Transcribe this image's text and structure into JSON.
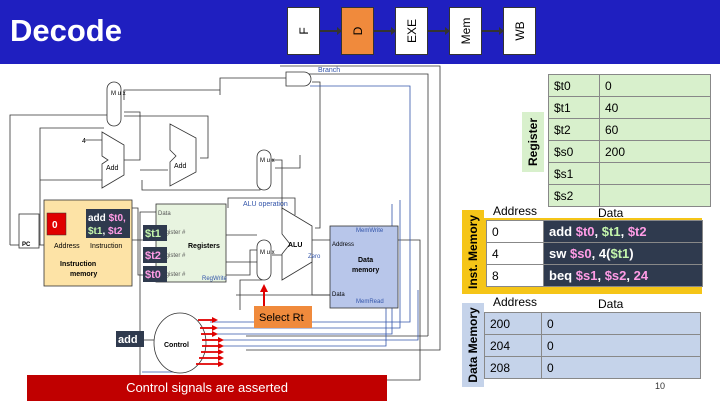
{
  "header": {
    "title": "Decode",
    "stages": [
      {
        "label": "F",
        "active": false
      },
      {
        "label": "D",
        "active": true
      },
      {
        "label": "EXE",
        "active": false
      },
      {
        "label": "Mem",
        "active": false
      },
      {
        "label": "WB",
        "active": false
      }
    ]
  },
  "datapath": {
    "branch": "Branch",
    "mux": "M u x",
    "add": "Add",
    "four": "4",
    "alu_op": "ALU operation",
    "pc": "PC",
    "address": "Address",
    "instruction": "Instruction",
    "instr_mem": "Instruction memory",
    "instr_mem_1": "Instruction",
    "instr_mem_2": "memory",
    "pc_value": "0",
    "instr_word": "add",
    "instr_ops_1": "$t0,",
    "instr_ops_2": "$t1",
    "instr_ops_3": "$t2",
    "data": "Data",
    "reg_num": "Register #",
    "registers": "Registers",
    "regwrite": "RegWrite",
    "reg_t1": "$t1",
    "reg_t2": "$t2",
    "reg_t0": "$t0",
    "alu": "ALU",
    "zero": "Zero",
    "memwrite": "MemWrite",
    "memread": "MemRead",
    "data_mem_1": "Data",
    "data_mem_2": "memory",
    "select_rt": "Select Rt",
    "control": "Control",
    "ctrl_input": "add"
  },
  "register_table": {
    "label": "Register",
    "rows": [
      {
        "name": "$t0",
        "value": "0"
      },
      {
        "name": "$t1",
        "value": "40"
      },
      {
        "name": "$t2",
        "value": "60"
      },
      {
        "name": "$s0",
        "value": "200"
      },
      {
        "name": "$s1",
        "value": ""
      },
      {
        "name": "$s2",
        "value": ""
      }
    ]
  },
  "inst_memory": {
    "label": "Inst. Memory",
    "col_address": "Address",
    "col_data": "Data",
    "rows": [
      {
        "address": "0",
        "op": "add",
        "a1": "$t0",
        "a2": "$t1",
        "a3": "$t2",
        "sep1": ", ",
        "sep2": ", "
      },
      {
        "address": "4",
        "op": "sw",
        "a1": "$s0",
        "a2": "4(",
        "a3": "$t1",
        "sep1": ", ",
        "sep2": ")"
      },
      {
        "address": "8",
        "op": "beq",
        "a1": "$s1",
        "a2": "$s2",
        "a3": "24",
        "sep1": ", ",
        "sep2": ", "
      }
    ]
  },
  "data_memory": {
    "label": "Data Memory",
    "col_address": "Address",
    "col_data": "Data",
    "rows": [
      {
        "address": "200",
        "value": "0"
      },
      {
        "address": "204",
        "value": "0"
      },
      {
        "address": "208",
        "value": "0"
      }
    ]
  },
  "banner": "Control signals are asserted",
  "page_number": "10",
  "colors": {
    "header_blue": "#1f1fc0",
    "active_stage": "#f08a3c",
    "register_green": "#d8f0cc",
    "inst_yellow": "#f5c518",
    "data_blue": "#c5d3ea",
    "banner_red": "#c00000",
    "control_red": "#e00000"
  }
}
